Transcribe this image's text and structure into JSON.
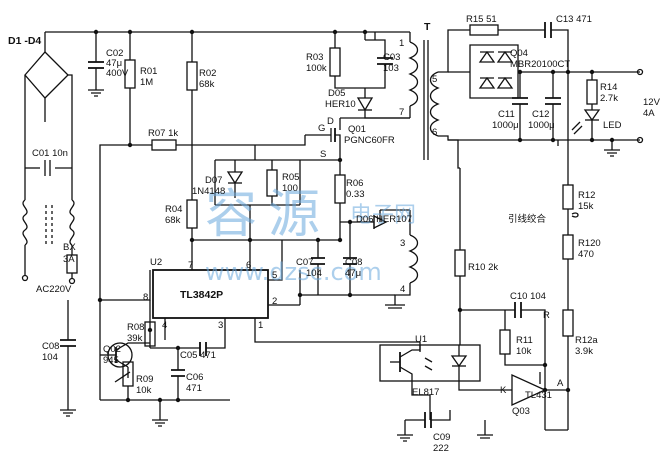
{
  "labels": {
    "d1d4": "D1 -D4",
    "c02": "C02",
    "c02_val1": "47μ",
    "c02_val2": "400V",
    "r01": "R01",
    "r01_val": "1M",
    "r02": "R02",
    "r02_val": "68k",
    "c01": "C01 10n",
    "r07": "R07 1k",
    "r03": "R03",
    "r03_val": "100k",
    "c03": "C03",
    "c03_val": "103",
    "d05": "D05",
    "d05_val": "HER10",
    "q01": "Q01",
    "q01_val": "PGNC60FR",
    "g": "G",
    "d": "D",
    "s": "S",
    "d07": "D07",
    "d07_val": "1N4148",
    "r05": "R05",
    "r05_val": "100",
    "r06": "R06",
    "r06_val": "0.33",
    "r04": "R04",
    "r04_val": "68k",
    "d06": "D06 HER107",
    "c07": "C07",
    "c07_val": "104",
    "c08": "C08",
    "c08_val": "47μ",
    "bx": "BX",
    "bx_val": "3A",
    "ac": "AC220V",
    "u2": "U2",
    "tl3842": "TL3842P",
    "pin8": "8",
    "pin7": "7",
    "pin5": "5",
    "pin2": "2",
    "pin4": "4",
    "pin3": "3",
    "pin6": "6",
    "pin1": "1",
    "c09b": "C08",
    "c09b_val": "104",
    "r08": "R08",
    "r08_val": "39k",
    "q02": "Q02",
    "q02_val": "945",
    "r09": "R09",
    "r09_val": "10k",
    "c05": "C05 471",
    "c06": "C06",
    "c06_val": "471",
    "t": "T",
    "t5": "5",
    "t6": "6",
    "t7": "7",
    "t1": "1",
    "t3": "3",
    "t4": "4",
    "r15": "R15 51",
    "c13": "C13 471",
    "q04": "Q04",
    "q04_val": "MBR20100CT",
    "r14": "R14",
    "r14_val": "2.7k",
    "out_v": "12V",
    "out_a": "4A",
    "c11": "C11",
    "c11_val": "1000μ",
    "c12": "C12",
    "c12_val": "1000μ",
    "led": "LED",
    "r12": "R12",
    "r12_val": "15k",
    "twist": "引线绞合",
    "r120": "R120",
    "r120_val": "470",
    "r10": "R10 2k",
    "c10": "C10 104",
    "r": "R",
    "r11": "R11",
    "r11_val": "10k",
    "r12a": "R12a",
    "r12a_val": "3.9k",
    "u1": "U1",
    "el817": "EL817",
    "k": "K",
    "a": "A",
    "tl431": "TL431",
    "q03": "Q03",
    "c09": "C09",
    "c09_val": "222"
  },
  "watermark": {
    "cn1": "容",
    "cn2": "源",
    "cn3": "电子网",
    "url": "www.dzsc.com"
  }
}
